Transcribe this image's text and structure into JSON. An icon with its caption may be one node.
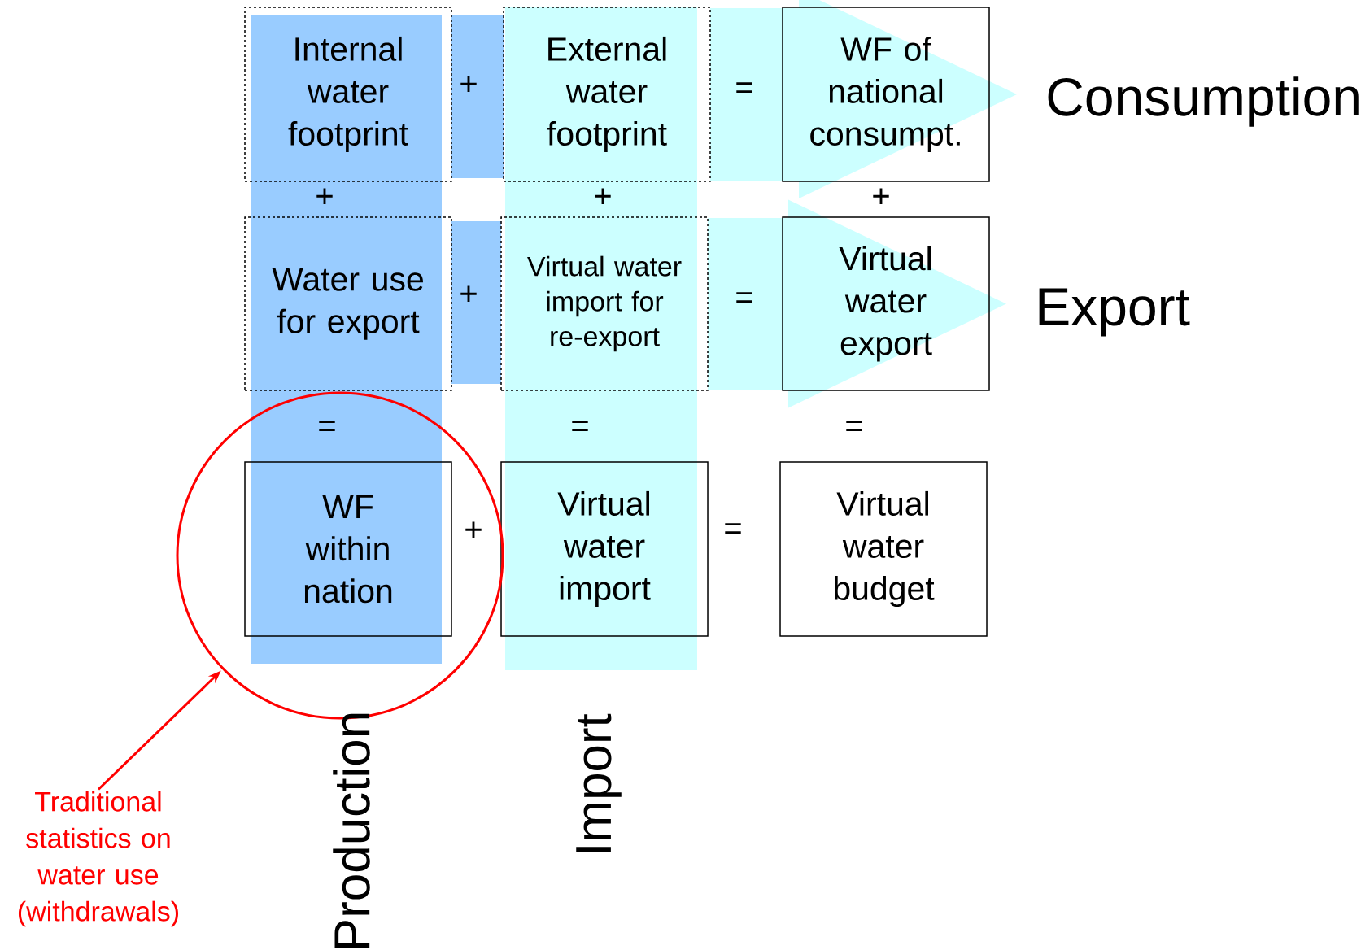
{
  "diagram": {
    "nodes": [
      {
        "text": [
          "Internal water footprint"
        ]
      },
      {
        "text": [
          "External water footprint"
        ]
      },
      {
        "text": [
          "WF of national consumpt."
        ]
      },
      {
        "text": [
          "Water use for export"
        ]
      },
      {
        "text": [
          "Virtual water import for re-export"
        ]
      },
      {
        "text": [
          "Virtual water export"
        ]
      },
      {
        "text": [
          "WF within nation"
        ],
        "in": 9
      },
      {
        "text": [
          "Virtual water import"
        ]
      },
      {
        "text": [
          "Virtual water budget"
        ]
      },
      {
        "text": [],
        "shape": "circle"
      },
      {
        "text": [
          "Traditional statistics on water use (withdrawals)"
        ]
      },
      {
        "text": [
          "Consumption"
        ]
      },
      {
        "text": [
          "Export"
        ]
      }
    ],
    "edges": [
      {
        "from": 10,
        "to": 9,
        "arrow": "to",
        "color": "#ff0000"
      },
      {
        "from": 1,
        "to": 11,
        "arrow": "to",
        "style": "thick",
        "color": "#ccffff"
      },
      {
        "from": 4,
        "to": 12,
        "arrow": "to",
        "style": "thick",
        "color": "#ccffff"
      }
    ],
    "labels": [
      "+",
      "=",
      "+",
      "+",
      "+",
      "+",
      "=",
      "=",
      "=",
      "=",
      "+",
      "=",
      "Production",
      "Import"
    ]
  }
}
